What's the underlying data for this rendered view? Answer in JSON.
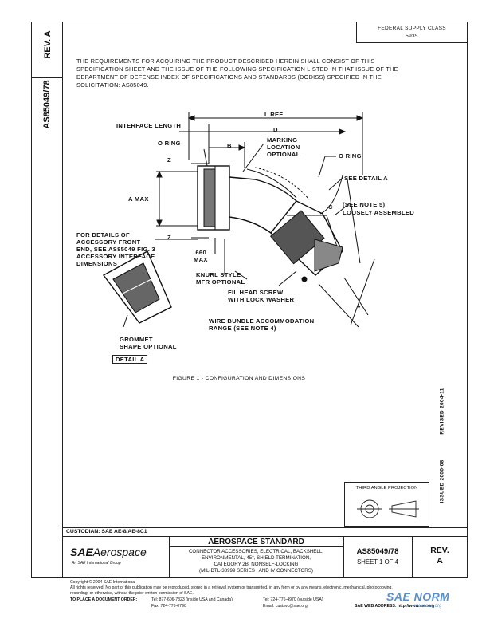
{
  "side": {
    "rev_label": "REV.",
    "rev_value": "A",
    "doc_number": "AS85049/78",
    "issued": "ISSUED 2000-08",
    "revised": "REVISED 2004-11"
  },
  "top_right_box": {
    "line1": "FEDERAL SUPPLY CLASS",
    "line2": "5935"
  },
  "requirements_text": {
    "line1": "THE REQUIREMENTS FOR ACQUIRING THE PRODUCT DESCRIBED HEREIN SHALL CONSIST OF THIS",
    "line2": "SPECIFICATION SHEET AND THE ISSUE OF THE FOLLOWING SPECIFICATION LISTED IN THAT ISSUE OF THE",
    "line3": "DEPARTMENT OF DEFENSE INDEX OF SPECIFICATIONS AND STANDARDS (DODISS) SPECIFIED IN THE",
    "line4": "SOLICITATION: AS85049."
  },
  "drawing_labels": {
    "interface_length": "INTERFACE LENGTH",
    "l_ref": "L REF",
    "d": "D",
    "b": "B",
    "o_ring_left": "O RING",
    "marking_location": "MARKING",
    "marking_location2": "LOCATION",
    "marking_location3": "OPTIONAL",
    "o_ring_right": "O RING",
    "see_detail_a": "SEE DETAIL A",
    "z_top": "Z",
    "z_bottom": "Z",
    "a_max": "A MAX",
    "c": "C",
    "see_note_5": "(SEE NOTE 5)",
    "loosely_assembled": "LOOSELY ASSEMBLED",
    "for_details_1": "FOR DETAILS OF",
    "for_details_2": "ACCESSORY FRONT",
    "for_details_3": "END, SEE AS85049 FIG. 3",
    "for_details_4": "ACCESSORY INTERFACE",
    "for_details_5": "DIMENSIONS",
    "dim_660": ".660",
    "dim_max": "MAX",
    "knurl_1": "KNURL STYLE",
    "knurl_2": "MFR OPTIONAL",
    "fil_head_1": "FIL HEAD SCREW",
    "fil_head_2": "WITH LOCK WASHER",
    "y": "Y",
    "wire_bundle_1": "WIRE BUNDLE ACCOMMODATION",
    "wire_bundle_2": "RANGE (SEE NOTE 4)",
    "grommet_1": "GROMMET",
    "grommet_2": "SHAPE OPTIONAL",
    "detail_a": "DETAIL A"
  },
  "figure_caption": "FIGURE 1 - CONFIGURATION AND DIMENSIONS",
  "third_angle": "THIRD ANGLE PROJECTION",
  "custodian": "CUSTODIAN: SAE AE-8/AE-8C1",
  "title_block": {
    "logo_sae": "SAE",
    "logo_aerospace": "Aerospace",
    "logo_sub": "An SAE International Group",
    "standard": "AEROSPACE STANDARD",
    "desc1": "CONNECTOR ACCESSORIES, ELECTRICAL, BACKSHELL,",
    "desc2": "ENVIRONMENTAL, 45°, SHIELD TERMINATION,",
    "desc3": "CATEGORY 2B, NONSELF-LOCKING",
    "desc4": "(MIL-DTL-38999 SERIES I AND IV CONNECTORS)",
    "doc_number": "AS85049/78",
    "sheet": "SHEET 1 OF 4",
    "rev_label": "REV.",
    "rev_value": "A"
  },
  "footer": {
    "copyright": "Copyright © 2004 SAE International",
    "rights1": "All rights reserved. No part of this publication may be reproduced, stored in a retrieval system or transmitted, in any form or by any means, electronic, mechanical, photocopying,",
    "rights2": "recording, or otherwise, without the prior written permission of SAE.",
    "place_order": "TO PLACE A DOCUMENT ORDER:",
    "tel_us": "Tel:   877-606-7323 (inside USA and Canada)",
    "tel_intl": "Tel:   724-776-4970 (outside USA)",
    "fax": "Fax:  724-776-0790",
    "email": "Email: custsvc@sae.org",
    "web": "SAE WEB ADDRESS:  http://www.sae.org"
  },
  "watermark": {
    "line1": "SAE NORM",
    "line2": "www.sae.org"
  }
}
